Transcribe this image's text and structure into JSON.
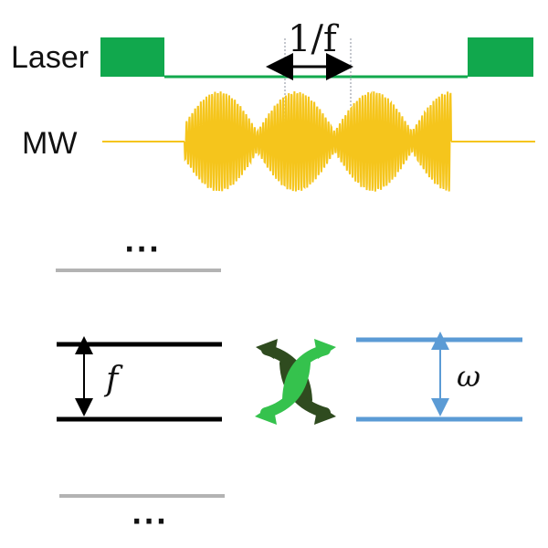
{
  "top": {
    "laser_label": "Laser",
    "mw_label": "MW",
    "period_label": "1/f",
    "laser_color": "#11a84d",
    "mw_color": "#f5c51c",
    "guide_color": "#8a8f9c"
  },
  "levels": {
    "upper_dots": "···",
    "lower_dots": "···",
    "left_gap_label": "f",
    "right_gap_label": "ω",
    "left_level_color": "#000000",
    "faded_level_color": "#b3b3b3",
    "right_level_color": "#5b9bd5",
    "left_arrow_color": "#000000",
    "right_arrow_color": "#5b9bd5",
    "exchange_dark_color": "#2f4b1f",
    "exchange_green_color": "#35c24d"
  }
}
